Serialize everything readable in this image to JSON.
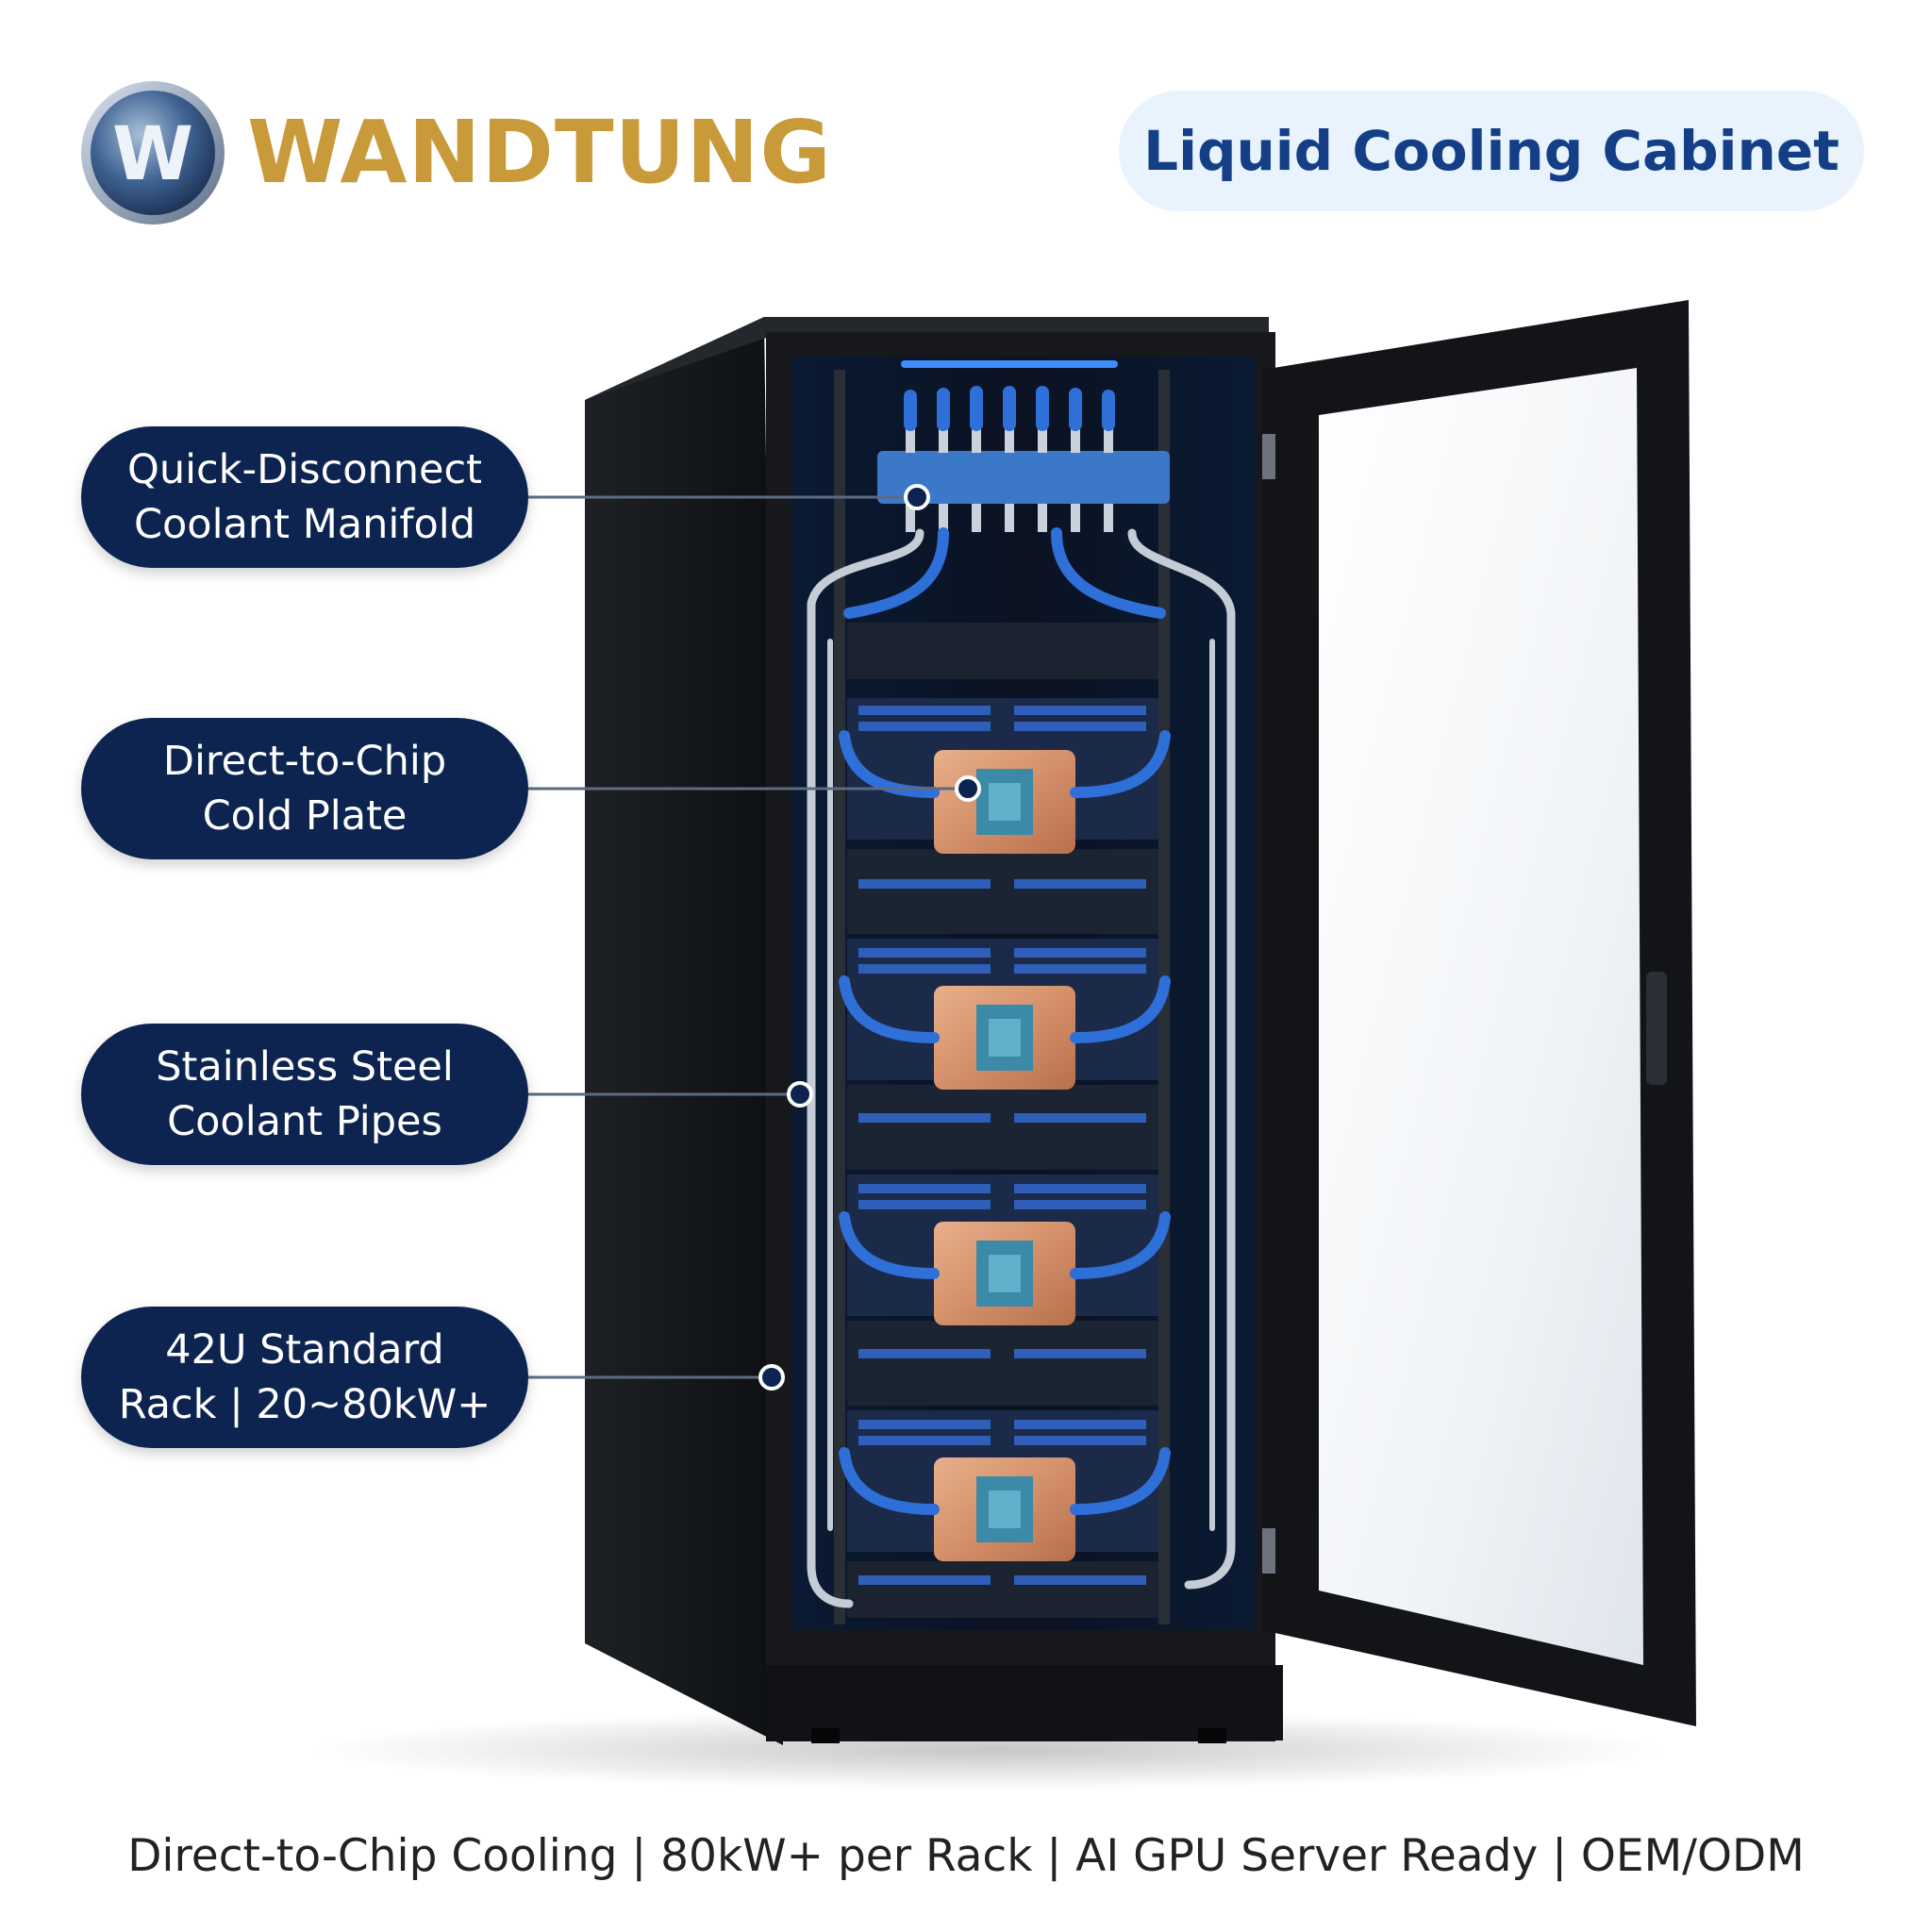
{
  "brand": {
    "name": "WANDTUNG",
    "logo_letter": "W",
    "logo_icon": "wandtung-logo-icon"
  },
  "title": "Liquid Cooling Cabinet",
  "callouts": [
    {
      "line1": "Quick-Disconnect",
      "line2": "Coolant Manifold"
    },
    {
      "line1": "Direct-to-Chip",
      "line2": "Cold Plate"
    },
    {
      "line1": "Stainless Steel",
      "line2": "Coolant Pipes"
    },
    {
      "line1": "42U Standard",
      "line2": "Rack | 20~80kW+"
    }
  ],
  "caption": "Direct-to-Chip Cooling | 80kW+ per Rack | AI GPU Server Ready | OEM/ODM",
  "colors": {
    "brand_gold": "#c99a3a",
    "callout_navy": "#0d2451",
    "title_blue": "#143f86",
    "title_pill_bg": "#e8f3fd",
    "coolant_blue": "#2f6fd8",
    "copper": "#d49a74",
    "cabinet_black": "#15171b"
  }
}
